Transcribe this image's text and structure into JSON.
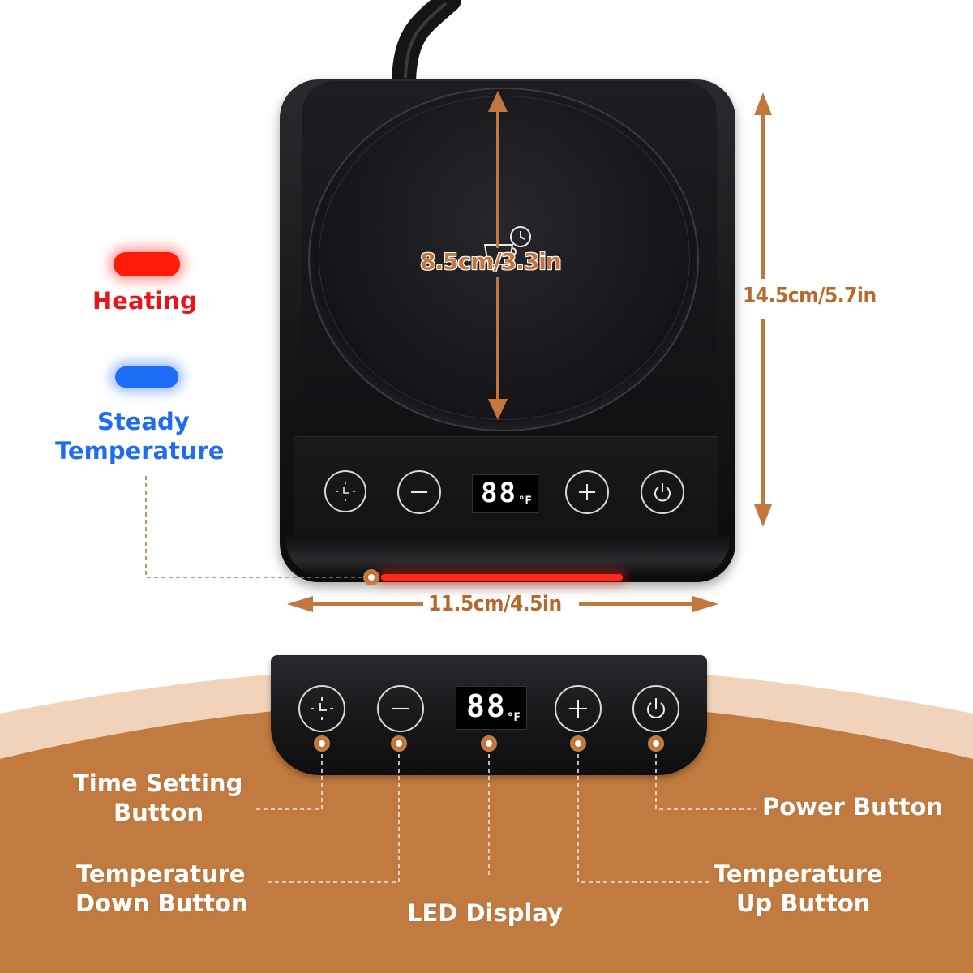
{
  "indicators": {
    "heating_label": "Heating",
    "steady_line1": "Steady",
    "steady_line2": "Temperature",
    "heating_color": "#ff1a0a",
    "steady_color": "#1c6ef7"
  },
  "dimensions": {
    "plate_diameter": "8.5cm/3.3in",
    "height": "14.5cm/5.7in",
    "width": "11.5cm/4.5in"
  },
  "device_panel": {
    "display_digits": "88",
    "display_unit": "°F",
    "buttons": [
      "clock-icon",
      "minus-icon",
      "plus-icon",
      "power-icon"
    ]
  },
  "callouts": {
    "time_setting_line1": "Time Setting",
    "time_setting_line2": "Button",
    "temp_down_line1": "Temperature",
    "temp_down_line2": "Down Button",
    "led_display": "LED Display",
    "temp_up_line1": "Temperature",
    "temp_up_line2": "Up Button",
    "power_button": "Power Button"
  },
  "colors": {
    "accent_brown": "#c17a3f",
    "device_black": "#141416"
  }
}
